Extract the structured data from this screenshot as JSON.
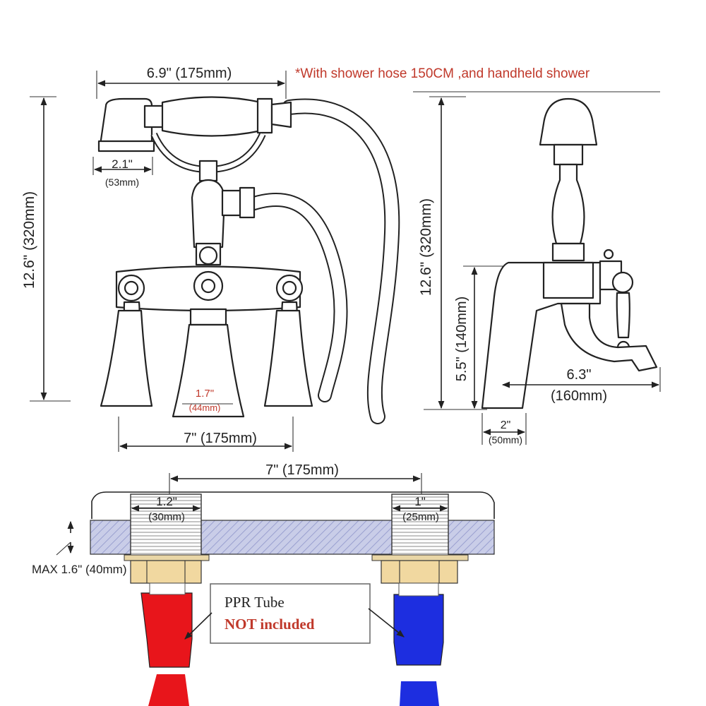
{
  "note": "*With shower hose 150CM ,and handheld shower",
  "front": {
    "width": "6.9\" (175mm)",
    "height": "12.6\" (320mm)",
    "shower_head_in": "2.1\"",
    "shower_head_mm": "(53mm)",
    "spout_in": "1.7\"",
    "spout_mm": "(44mm)",
    "base_width": "7\" (175mm)"
  },
  "side": {
    "height": "12.6\" (320mm)",
    "spout_height": "5.5\" (140mm)",
    "reach_in": "6.3\"",
    "reach_mm": "(160mm)",
    "base_in": "2\"",
    "base_mm": "(50mm)"
  },
  "install": {
    "center_distance": "7\" (175mm)",
    "left_hole_in": "1.2\"",
    "left_hole_mm": "(30mm)",
    "right_hole_in": "1\"",
    "right_hole_mm": "(25mm)",
    "max_thickness": "MAX 1.6\" (40mm)",
    "tube_label": "PPR Tube",
    "tube_note": "NOT included"
  },
  "colors": {
    "hot_pipe": "#e8151b",
    "cold_pipe": "#1d2ee0",
    "note_text": "#c0392b",
    "deck_fill": "#c9cde8"
  },
  "icons": [
    "dimension-arrow-icon"
  ]
}
